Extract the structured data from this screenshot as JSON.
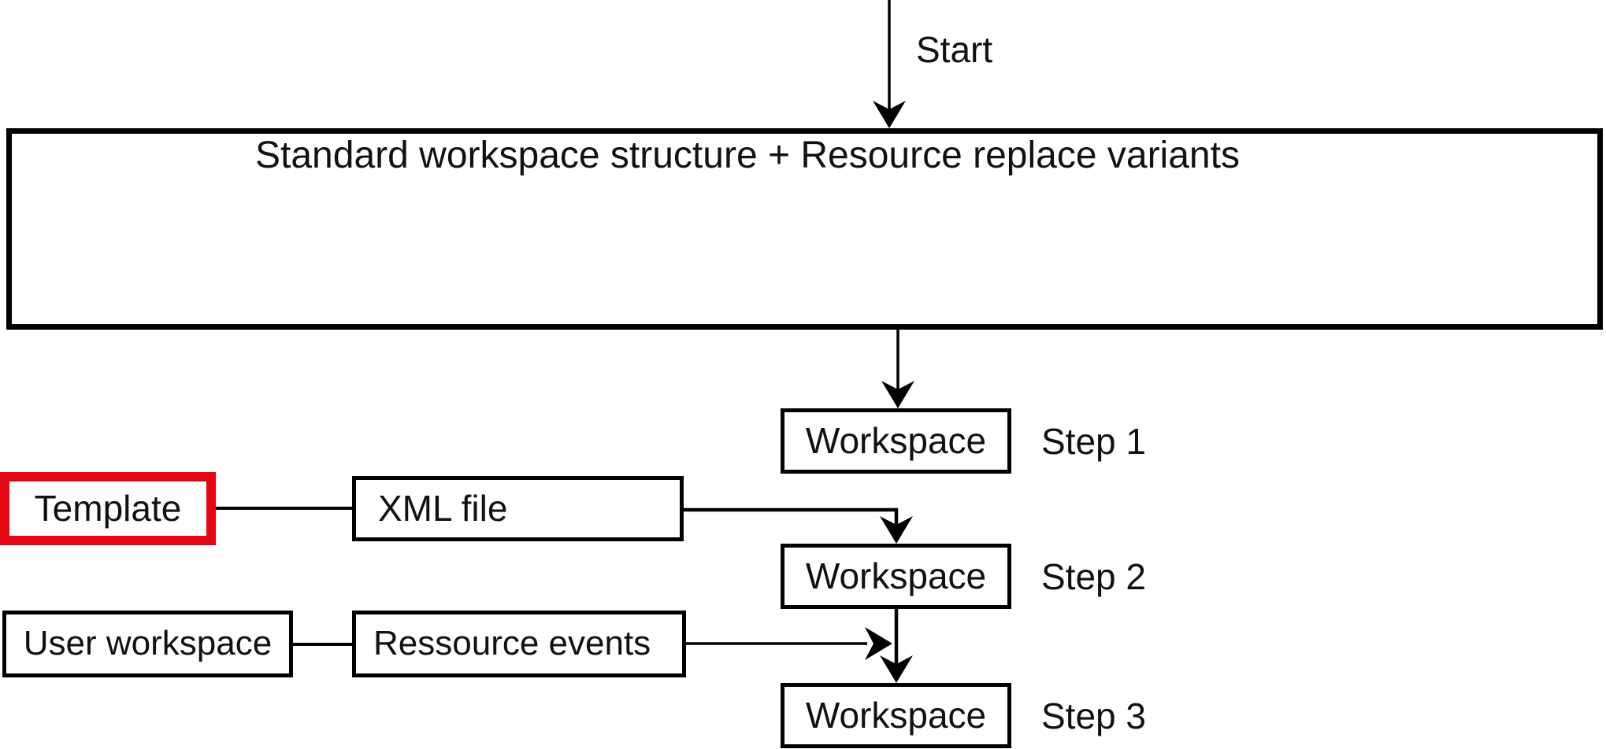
{
  "flow": {
    "start_label": "Start",
    "main_box_label": "Standard workspace structure + Resource replace variants",
    "steps": [
      {
        "workspace_label": "Workspace",
        "step_label": "Step 1"
      },
      {
        "workspace_label": "Workspace",
        "step_label": "Step 2"
      },
      {
        "workspace_label": "Workspace",
        "step_label": "Step 3"
      }
    ],
    "inputs": {
      "template_label": "Template",
      "xml_file_label": "XML file",
      "user_workspace_label": "User workspace",
      "resource_events_label": "Ressource events"
    }
  },
  "colors": {
    "highlight_red": "#e30613",
    "line_black": "#000000",
    "background": "#ffffff"
  }
}
